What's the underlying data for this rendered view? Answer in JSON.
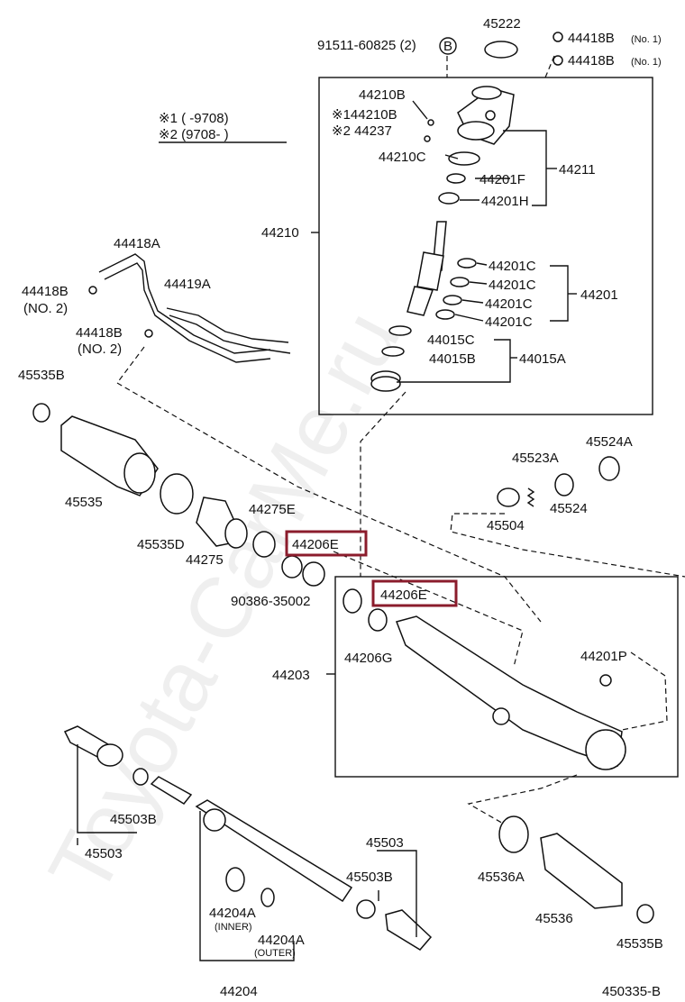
{
  "watermark": "Toyota-CarMe.ru",
  "legend": {
    "line1": "※1 (      -9708)",
    "line2": "※2 (9708-      )"
  },
  "labels": {
    "p45222": "45222",
    "p91511": "91511-60825 (2)",
    "markerB": "B",
    "p44418B_1a": "44418B",
    "p44418B_1a_note": "(No. 1)",
    "p44418B_1b": "44418B",
    "p44418B_1b_note": "(No. 1)",
    "p44210B": "44210B",
    "p144210B": "※144210B",
    "p44237": "※2 44237",
    "p44210C": "44210C",
    "p44201F": "44201F",
    "p44211": "44211",
    "p44201H": "44201H",
    "p44210": "44210",
    "p44201C_1": "44201C",
    "p44201C_2": "44201C",
    "p44201C_3": "44201C",
    "p44201C_4": "44201C",
    "p44201": "44201",
    "p44015C": "44015C",
    "p44015B": "44015B",
    "p44015A": "44015A",
    "p44418A": "44418A",
    "p44419A": "44419A",
    "p44418B_2a": "44418B",
    "p44418B_2a_note": "(NO. 2)",
    "p44418B_2b": "44418B",
    "p44418B_2b_note": "(NO. 2)",
    "p45535B_top": "45535B",
    "p45535": "45535",
    "p45535D": "45535D",
    "p44275": "44275",
    "p44275E": "44275E",
    "p44206E_1": "44206E",
    "p90386": "90386-35002",
    "p45523A": "45523A",
    "p45524A": "45524A",
    "p45504": "45504",
    "p45524": "45524",
    "p44206E_2": "44206E",
    "p44206G": "44206G",
    "p44203": "44203",
    "p44201P": "44201P",
    "p45503B_left": "45503B",
    "p45503_left": "45503",
    "p44204A_inner": "44204A",
    "inner_note": "(INNER)",
    "p44204A_outer": "44204A",
    "outer_note": "(OUTER)",
    "p44204": "44204",
    "p45503_right": "45503",
    "p45503B_right": "45503B",
    "p45536A": "45536A",
    "p45536": "45536",
    "p45535B_bottom": "45535B",
    "diagram_code": "450335-B"
  }
}
